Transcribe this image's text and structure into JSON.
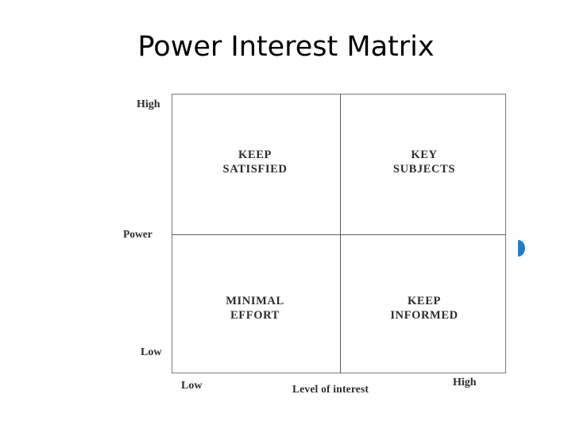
{
  "slide": {
    "title": "Power Interest Matrix",
    "background_color": "#ffffff"
  },
  "matrix": {
    "frame_color": "#7a7a7a",
    "divider_color": "#5b5b5b",
    "quadrants": [
      {
        "id": "keep-satisfied",
        "label": "KEEP\nSATISFIED",
        "position": "top-left",
        "power": "High",
        "interest": "Low"
      },
      {
        "id": "key-subjects",
        "label": "KEY\nSUBJECTS",
        "position": "top-right",
        "power": "High",
        "interest": "High"
      },
      {
        "id": "minimal-effort",
        "label": "MINIMAL\nEFFORT",
        "position": "bottom-left",
        "power": "Low",
        "interest": "Low"
      },
      {
        "id": "keep-informed",
        "label": "KEEP\nINFORMED",
        "position": "bottom-right",
        "power": "Low",
        "interest": "High"
      }
    ],
    "y_axis": {
      "title": "Power",
      "tick_high": "High",
      "tick_low": "Low"
    },
    "x_axis": {
      "title": "Level of interest",
      "tick_low": "Low",
      "tick_high": "High"
    }
  },
  "overlay": {
    "right_edge_handle_color": "#1a7fd4"
  },
  "chart_data": {
    "type": "table",
    "title": "Power Interest Matrix",
    "xlabel": "Level of interest",
    "ylabel": "Power",
    "xticks": [
      "Low",
      "High"
    ],
    "yticks": [
      "Low",
      "High"
    ],
    "grid": true,
    "legend": "none",
    "categories": [
      "Low interest",
      "High interest"
    ],
    "series": [
      {
        "name": "High power",
        "values": [
          "KEEP SATISFIED",
          "KEY SUBJECTS"
        ]
      },
      {
        "name": "Low power",
        "values": [
          "MINIMAL EFFORT",
          "KEEP INFORMED"
        ]
      }
    ]
  }
}
